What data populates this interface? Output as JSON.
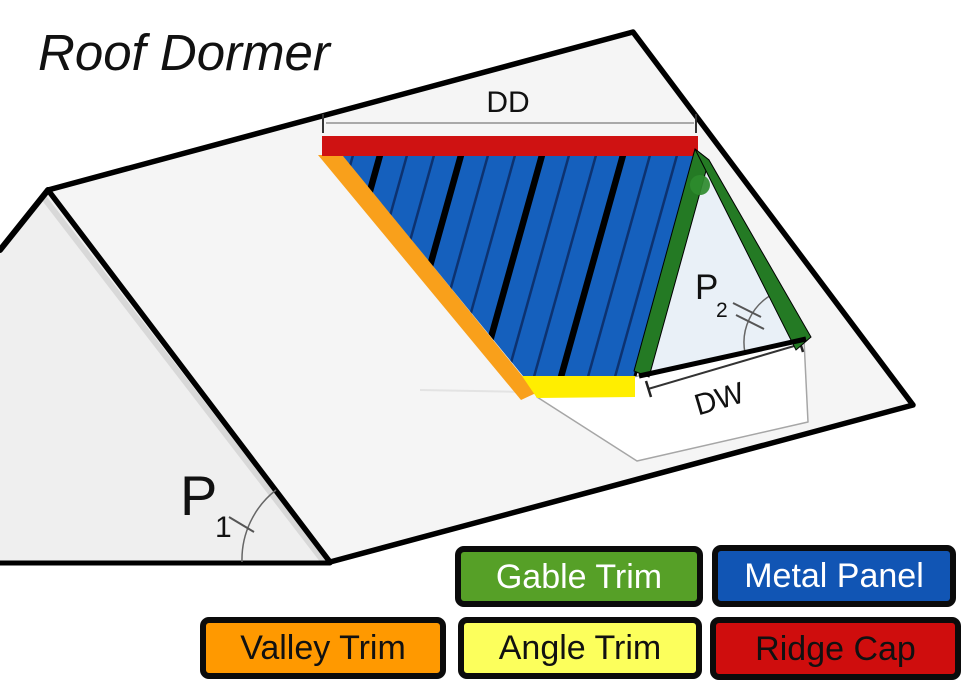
{
  "title": "Roof Dormer",
  "labels": {
    "dormer_depth": "DD",
    "dormer_width": "DW",
    "pitch1": {
      "main": "P",
      "sub": "1"
    },
    "pitch2": {
      "main": "P",
      "sub": "2"
    }
  },
  "legend": {
    "items": [
      {
        "id": "gable-trim",
        "label": "Gable Trim",
        "bg": "#56a027",
        "fg": "#ffffff"
      },
      {
        "id": "metal-panel",
        "label": "Metal Panel",
        "bg": "#1155b4",
        "fg": "#ffffff"
      },
      {
        "id": "valley-trim",
        "label": "Valley Trim",
        "bg": "#ff9900",
        "fg": "#111111"
      },
      {
        "id": "angle-trim",
        "label": "Angle Trim",
        "bg": "#fcff5c",
        "fg": "#111111"
      },
      {
        "id": "ridge-cap",
        "label": "Ridge Cap",
        "bg": "#cf0d0d",
        "fg": "#111111"
      }
    ]
  },
  "drawing_colors": {
    "ridge_cap": "#cf1212",
    "metal_panel": "#1560bd",
    "panel_stripe": "#0d3270",
    "valley_trim": "#f9a01b",
    "angle_trim": "#ffee00",
    "gable_trim": "#247a24",
    "gable_trim_dot": "#2e8b2e",
    "dormer_face": "#e9f0f7",
    "roof_face": "#f5f5f5",
    "gable_face": "#efefef",
    "outline": "#000000"
  }
}
